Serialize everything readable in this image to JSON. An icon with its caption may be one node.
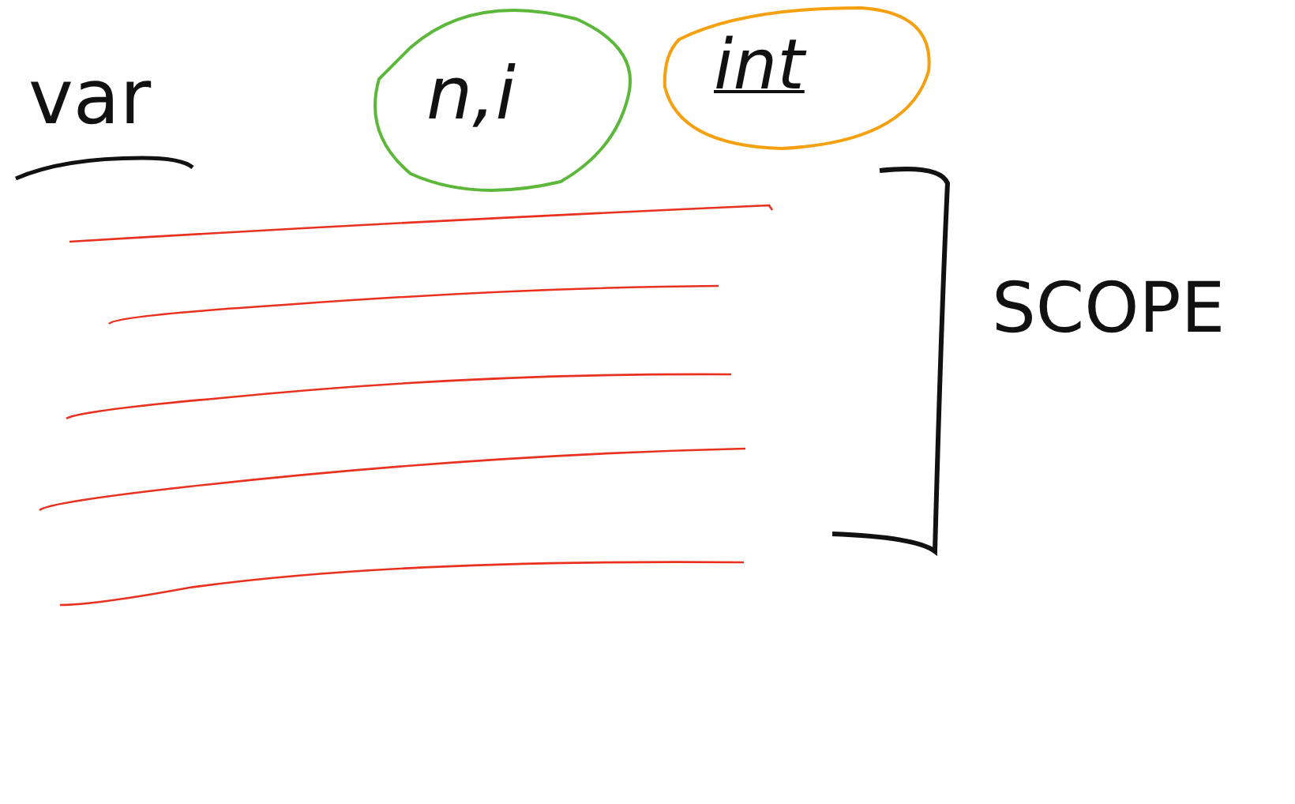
{
  "diagram": {
    "nodes": [
      {
        "text": [
          "n,i"
        ]
      },
      {
        "text": [
          "int"
        ]
      }
    ],
    "labels": [
      "var",
      "SCOPE"
    ]
  }
}
